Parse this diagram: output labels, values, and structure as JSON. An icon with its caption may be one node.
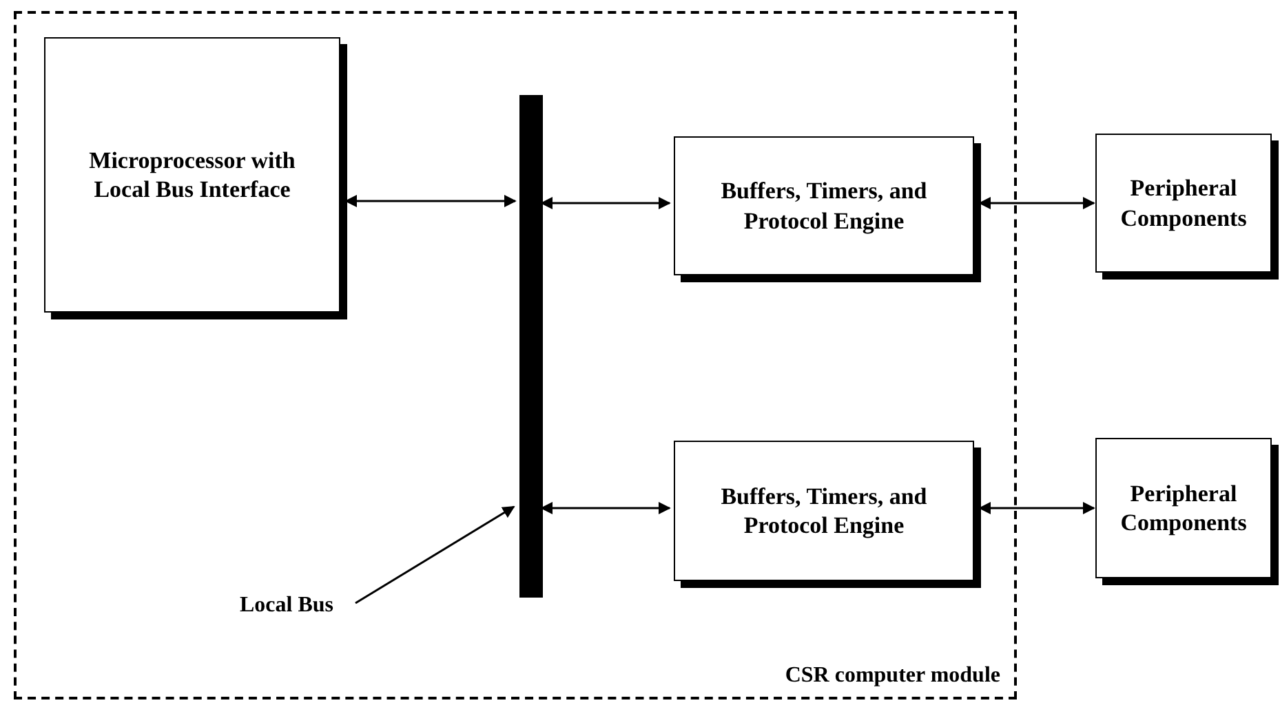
{
  "diagram": {
    "nodes": [
      {
        "text": [
          "CSR computer module"
        ]
      },
      {
        "text": [
          "Microprocessor with Local Bus Interface"
        ],
        "in": 0
      },
      {
        "text": [],
        "shape": "bar",
        "in": 0
      },
      {
        "text": [
          "Buffers, Timers, and Protocol Engine"
        ],
        "in": 0
      },
      {
        "text": [
          "Buffers, Timers, and Protocol Engine"
        ],
        "in": 0
      },
      {
        "text": [
          "Peripheral Components"
        ]
      },
      {
        "text": [
          "Peripheral Components"
        ]
      },
      {
        "text": [
          "Local Bus"
        ],
        "in": 0
      }
    ],
    "edges": [
      {
        "from": 1,
        "to": 2,
        "arrow": "both"
      },
      {
        "from": 2,
        "to": 3,
        "arrow": "both"
      },
      {
        "from": 2,
        "to": 4,
        "arrow": "both"
      },
      {
        "from": 3,
        "to": 5,
        "arrow": "both"
      },
      {
        "from": 4,
        "to": 6,
        "arrow": "both"
      },
      {
        "from": 7,
        "to": 2,
        "arrow": "to"
      }
    ]
  }
}
